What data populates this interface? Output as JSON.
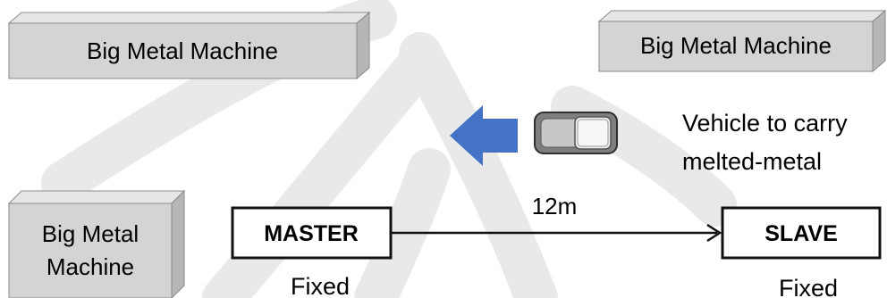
{
  "machines": [
    {
      "label_lines": [
        "Big Metal Machine"
      ]
    },
    {
      "label_lines": [
        "Big Metal Machine"
      ]
    },
    {
      "label_lines": [
        "Big Metal",
        "Machine"
      ]
    }
  ],
  "vehicle": {
    "caption_lines": [
      "Vehicle to carry",
      "melted-metal"
    ]
  },
  "link": {
    "distance": "12m",
    "master": {
      "label": "MASTER",
      "status": "Fixed"
    },
    "slave": {
      "label": "SLAVE",
      "status": "Fixed"
    }
  },
  "colors": {
    "box_face": "#d4d4d4",
    "box_side": "#b6b6b6",
    "box_top": "#e6e6e6",
    "arrow": "#4472c4",
    "watermark": "#e9e9e9",
    "vehicle_body": "#7f7f7f"
  }
}
